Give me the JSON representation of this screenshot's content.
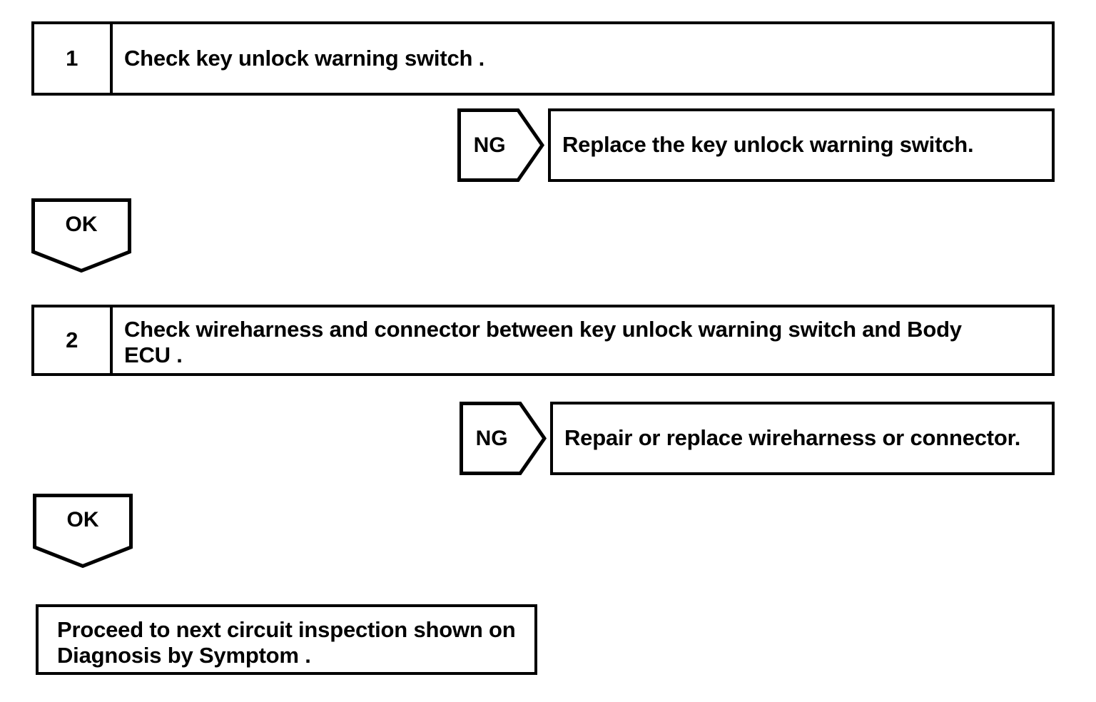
{
  "flow": {
    "steps": [
      {
        "number": "1",
        "text": "Check key unlock warning switch .",
        "ng": {
          "label": "NG",
          "action": "Replace the key unlock warning switch."
        },
        "ok": {
          "label": "OK"
        }
      },
      {
        "number": "2",
        "text": "Check wireharness and connector between key unlock warning switch and Body\nECU .",
        "ng": {
          "label": "NG",
          "action": "Repair or replace wireharness or connector."
        },
        "ok": {
          "label": "OK"
        }
      }
    ],
    "final": {
      "text": "Proceed to next circuit inspection shown on\n Diagnosis by Symptom ."
    }
  },
  "colors": {
    "stroke": "#000000",
    "fill": "#ffffff"
  }
}
